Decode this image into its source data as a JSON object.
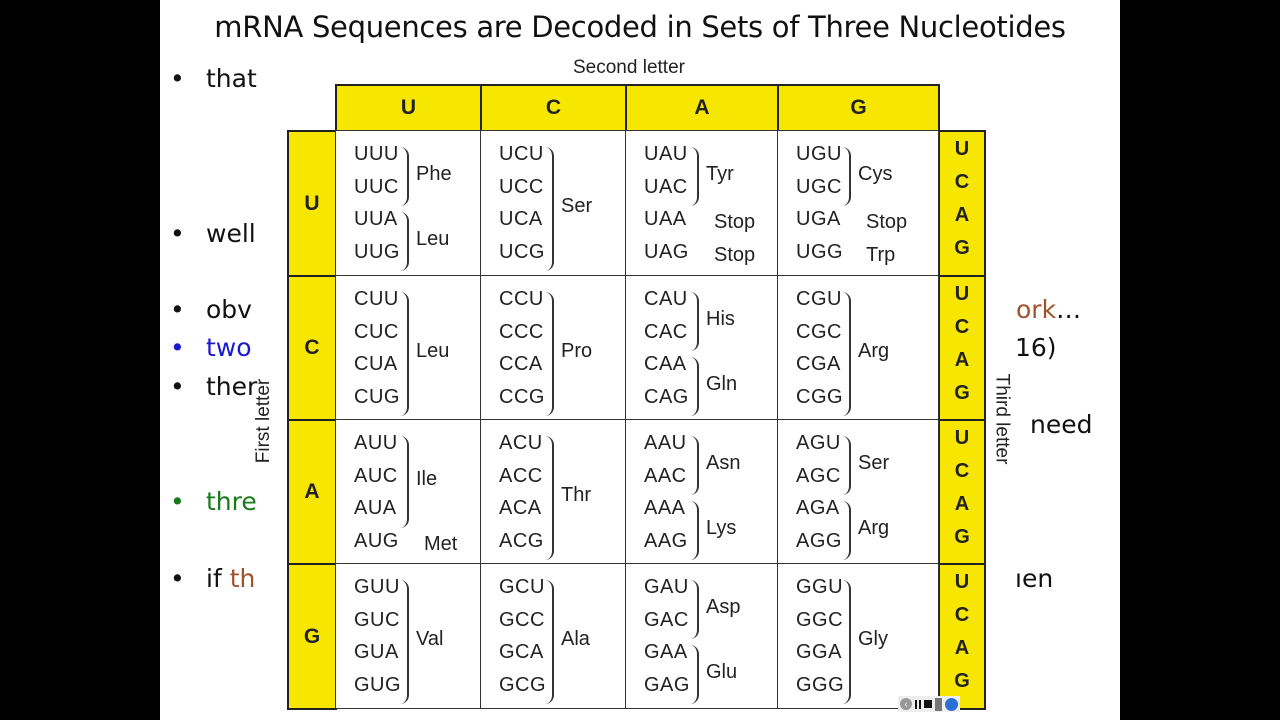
{
  "title": "mRNA Sequences are Decoded in Sets of Three Nucleotides",
  "bullets": [
    {
      "text": "that",
      "color": "#111111"
    },
    {
      "text": "well",
      "color": "#111111"
    },
    {
      "text": "obv",
      "color": "#111111"
    },
    {
      "text": "two",
      "color": "#1a1acc"
    },
    {
      "text": "ther",
      "color": "#111111"
    },
    {
      "text": "thre",
      "color": "#1a7a1a"
    },
    {
      "text_plain": "if ",
      "text_colored": "th",
      "color": "#a0522d"
    }
  ],
  "fragments": {
    "ork": "ork",
    "ork_dots": "…",
    "sixteen": "16)",
    "need": "need",
    "hen": "ıen",
    "ork_color": "#a0522d"
  },
  "codon_table": {
    "second_letter_label": "Second letter",
    "first_letter_label": "First letter",
    "third_letter_label": "Third letter",
    "bases": [
      "U",
      "C",
      "A",
      "G"
    ],
    "highlight_color": "#f7e600",
    "rows": [
      [
        {
          "codons": [
            "UUU",
            "UUC",
            "UUA",
            "UUG"
          ],
          "groups": [
            {
              "aa": "Phe",
              "start": 0,
              "span": 2
            },
            {
              "aa": "Leu",
              "start": 2,
              "span": 2
            }
          ]
        },
        {
          "codons": [
            "UCU",
            "UCC",
            "UCA",
            "UCG"
          ],
          "groups": [
            {
              "aa": "Ser",
              "start": 0,
              "span": 4
            }
          ]
        },
        {
          "codons": [
            "UAU",
            "UAC",
            "UAA",
            "UAG"
          ],
          "groups": [
            {
              "aa": "Tyr",
              "start": 0,
              "span": 2
            },
            {
              "aa": "Stop",
              "start": 2,
              "span": 1
            },
            {
              "aa": "Stop",
              "start": 3,
              "span": 1
            }
          ]
        },
        {
          "codons": [
            "UGU",
            "UGC",
            "UGA",
            "UGG"
          ],
          "groups": [
            {
              "aa": "Cys",
              "start": 0,
              "span": 2
            },
            {
              "aa": "Stop",
              "start": 2,
              "span": 1
            },
            {
              "aa": "Trp",
              "start": 3,
              "span": 1
            }
          ]
        }
      ],
      [
        {
          "codons": [
            "CUU",
            "CUC",
            "CUA",
            "CUG"
          ],
          "groups": [
            {
              "aa": "Leu",
              "start": 0,
              "span": 4
            }
          ]
        },
        {
          "codons": [
            "CCU",
            "CCC",
            "CCA",
            "CCG"
          ],
          "groups": [
            {
              "aa": "Pro",
              "start": 0,
              "span": 4
            }
          ]
        },
        {
          "codons": [
            "CAU",
            "CAC",
            "CAA",
            "CAG"
          ],
          "groups": [
            {
              "aa": "His",
              "start": 0,
              "span": 2
            },
            {
              "aa": "Gln",
              "start": 2,
              "span": 2
            }
          ]
        },
        {
          "codons": [
            "CGU",
            "CGC",
            "CGA",
            "CGG"
          ],
          "groups": [
            {
              "aa": "Arg",
              "start": 0,
              "span": 4
            }
          ]
        }
      ],
      [
        {
          "codons": [
            "AUU",
            "AUC",
            "AUA",
            "AUG"
          ],
          "groups": [
            {
              "aa": "Ile",
              "start": 0,
              "span": 3
            },
            {
              "aa": "Met",
              "start": 3,
              "span": 1
            }
          ]
        },
        {
          "codons": [
            "ACU",
            "ACC",
            "ACA",
            "ACG"
          ],
          "groups": [
            {
              "aa": "Thr",
              "start": 0,
              "span": 4
            }
          ]
        },
        {
          "codons": [
            "AAU",
            "AAC",
            "AAA",
            "AAG"
          ],
          "groups": [
            {
              "aa": "Asn",
              "start": 0,
              "span": 2
            },
            {
              "aa": "Lys",
              "start": 2,
              "span": 2
            }
          ]
        },
        {
          "codons": [
            "AGU",
            "AGC",
            "AGA",
            "AGG"
          ],
          "groups": [
            {
              "aa": "Ser",
              "start": 0,
              "span": 2
            },
            {
              "aa": "Arg",
              "start": 2,
              "span": 2
            }
          ]
        }
      ],
      [
        {
          "codons": [
            "GUU",
            "GUC",
            "GUA",
            "GUG"
          ],
          "groups": [
            {
              "aa": "Val",
              "start": 0,
              "span": 4
            }
          ]
        },
        {
          "codons": [
            "GCU",
            "GCC",
            "GCA",
            "GCG"
          ],
          "groups": [
            {
              "aa": "Ala",
              "start": 0,
              "span": 4
            }
          ]
        },
        {
          "codons": [
            "GAU",
            "GAC",
            "GAA",
            "GAG"
          ],
          "groups": [
            {
              "aa": "Asp",
              "start": 0,
              "span": 2
            },
            {
              "aa": "Glu",
              "start": 2,
              "span": 2
            }
          ]
        },
        {
          "codons": [
            "GGU",
            "GGC",
            "GGA",
            "GGG"
          ],
          "groups": [
            {
              "aa": "Gly",
              "start": 0,
              "span": 4
            }
          ]
        }
      ]
    ]
  },
  "player_controls": [
    "back-icon",
    "pause-icon",
    "stop-icon",
    "volume-icon",
    "logo-icon"
  ]
}
